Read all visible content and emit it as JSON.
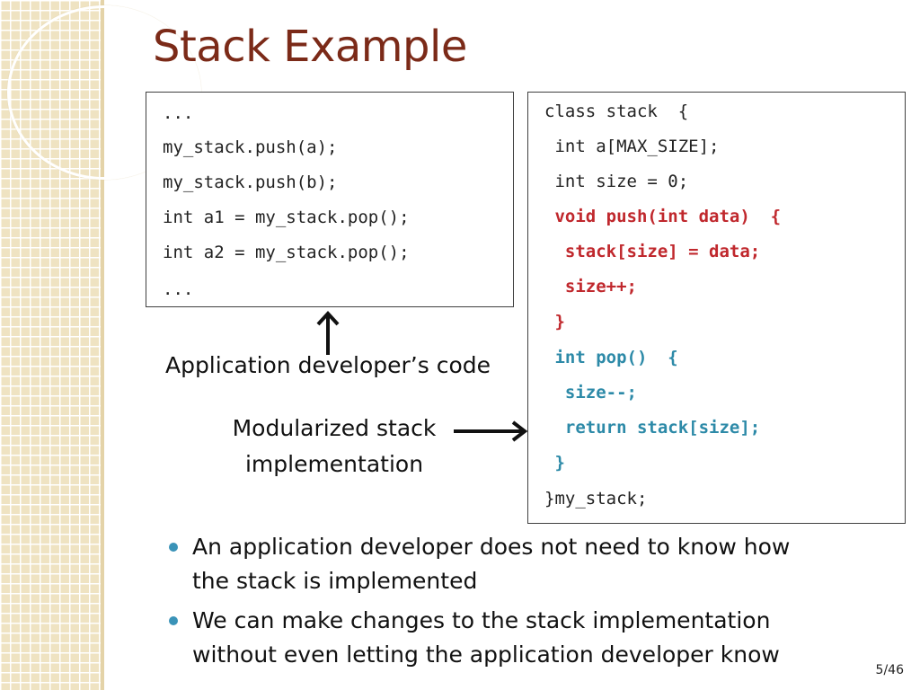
{
  "slide": {
    "title": "Stack Example",
    "page_number": "5/46"
  },
  "app_code": {
    "lines": [
      "...",
      "my_stack.push(a);",
      "my_stack.push(b);",
      "int a1 = my_stack.pop();",
      "int a2 = my_stack.pop();",
      "..."
    ],
    "caption": "Application developer’s code"
  },
  "impl_code": {
    "lines": [
      "class stack  {",
      " int a[MAX_SIZE];",
      " int size = 0;",
      " void push(int data)  {",
      "  stack[size] = data;",
      "  size++;",
      " }",
      " int pop()  {",
      "  size--;",
      "  return stack[size];",
      " }",
      "}my_stack;"
    ],
    "caption_line1": "Modularized stack",
    "caption_line2": "implementation",
    "highlight_colors": {
      "push": "#c0282d",
      "pop": "#2d8aa8"
    }
  },
  "bullets": [
    {
      "line1": "An application developer does not need to know how",
      "line2": "the stack is implemented"
    },
    {
      "line1": "We can make changes to the stack implementation",
      "line2": "without even letting the application developer know"
    }
  ],
  "theme": {
    "title_color": "#7b2a18",
    "bullet_color": "#3a93b8",
    "sidebar_color": "#efe3c2"
  }
}
